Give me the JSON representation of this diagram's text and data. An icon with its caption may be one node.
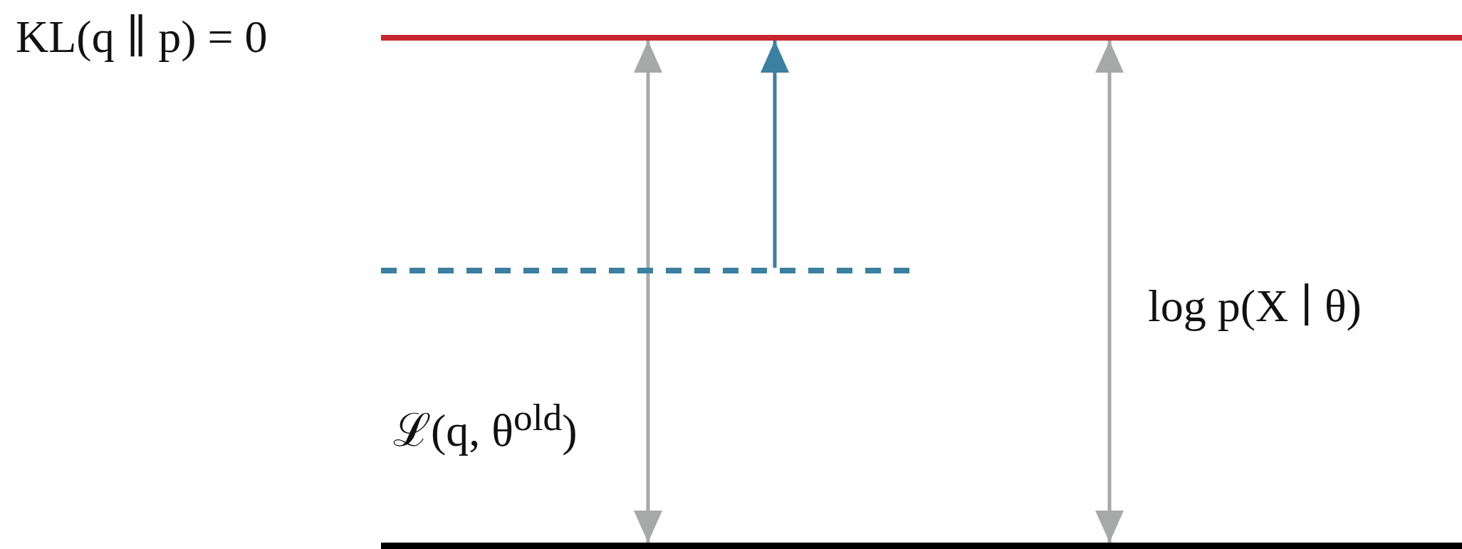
{
  "diagram": {
    "nodes": [
      {
        "text": [],
        "shape": "bar",
        "beside": [
          "KL(q ∥ p) = 0"
        ]
      },
      {
        "text": [],
        "shape": "bar"
      },
      {
        "text": [],
        "shape": "bar"
      }
    ],
    "edges": [
      {
        "from": 2,
        "to": 0,
        "arrow": "both",
        "label": "ℒ(q, θ$^{old}$)"
      },
      {
        "from": 1,
        "to": 0,
        "arrow": "to",
        "color": "#3b7fa1"
      },
      {
        "from": 2,
        "to": 0,
        "arrow": "both",
        "label": "log p(X ∣ θ)"
      }
    ]
  }
}
